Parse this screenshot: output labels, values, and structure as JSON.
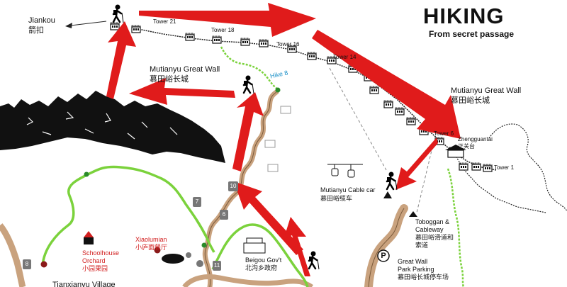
{
  "title": "HIKING",
  "subtitle": "From secret passage",
  "places": {
    "jiankou": {
      "en": "Jiankou",
      "zh": "箭扣"
    },
    "mutianyu_upper": {
      "en": "Mutianyu Great Wall",
      "zh": "慕田峪长城"
    },
    "mutianyu_right": {
      "en": "Mutianyu Great Wall",
      "zh": "慕田峪长城"
    },
    "cable_car": {
      "en": "Mutianyu Cable car",
      "zh": "慕田峪缆车"
    },
    "toboggan": {
      "en1": "Toboggan &",
      "en2": "Cableway",
      "zh1": "慕田峪滑道和",
      "zh2": "索道"
    },
    "parking": {
      "en1": "Great Wall",
      "en2": "Park Parking",
      "zh": "慕田峪长城停车场"
    },
    "zhengguantai": {
      "en": "Zhengguantai",
      "zh": "正关台"
    },
    "schoolhouse": {
      "en1": "Schoolhouse",
      "en2": "Orchard",
      "zh": "小园果园"
    },
    "xiaolumian": {
      "en": "Xiaolumian",
      "zh": "小庐面餐厅"
    },
    "beigou": {
      "en": "Beigou Gov't",
      "zh": "北沟乡政府"
    },
    "tianxianyu": {
      "en": "Tianxianyu Village"
    }
  },
  "towers": {
    "t21": "Tower 21",
    "t18": "Tower 18",
    "t16": "Tower 16",
    "t14": "Tower 14",
    "t6": "Tower 6",
    "t1": "Tower 1"
  },
  "hike_label": "Hike 8",
  "road_markers": {
    "m7": "7",
    "m6": "6",
    "m10": "10",
    "m11": "11",
    "m8": "8"
  },
  "parking_symbol": "P",
  "colors": {
    "arrow": "#e01b1b",
    "trail": "#7bd23c",
    "road": "#c9a27e",
    "wall": "#222222",
    "accent_red": "#d21f1f",
    "hike_blue": "#1a90c8"
  }
}
